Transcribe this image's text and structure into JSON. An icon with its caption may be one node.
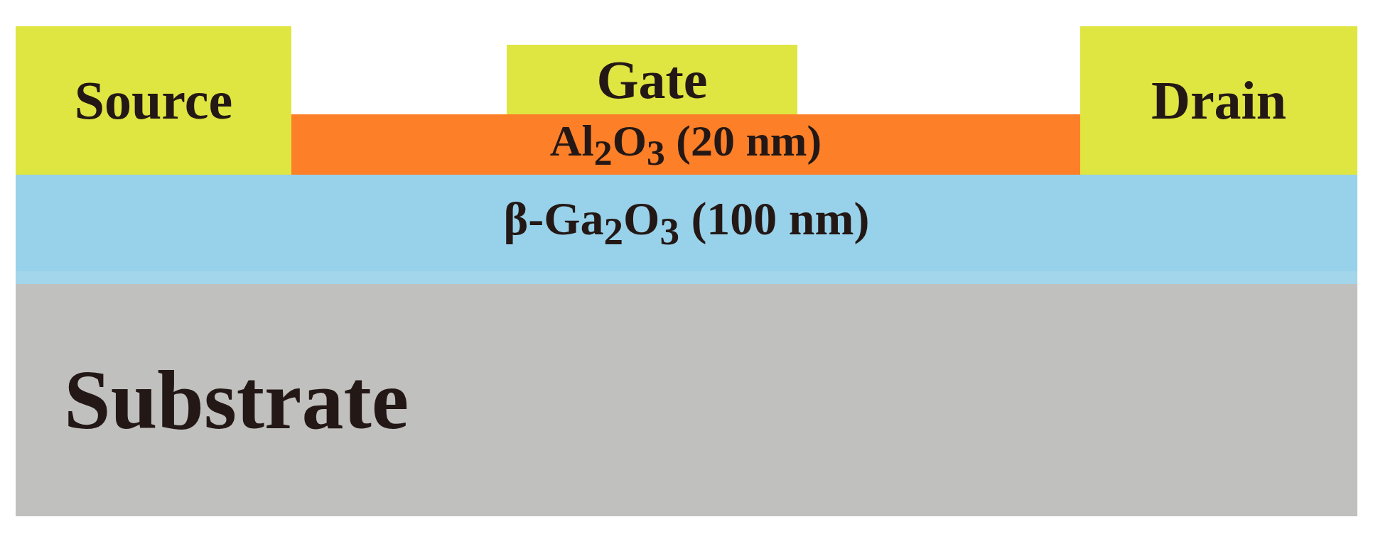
{
  "diagram": {
    "nodes": [
      {
        "text": [
          "Source"
        ]
      },
      {
        "text": [
          "Gate"
        ]
      },
      {
        "text": [
          "Drain"
        ]
      },
      {
        "text": [
          "Al$_{2}$O$_{3}$ (20 nm)"
        ]
      },
      {
        "text": [
          "β-Ga$_{2}$O$_{3}$ (100 nm)"
        ]
      },
      {
        "text": [],
        "shape": "bar"
      },
      {
        "text": [
          "Substrate"
        ]
      }
    ]
  }
}
